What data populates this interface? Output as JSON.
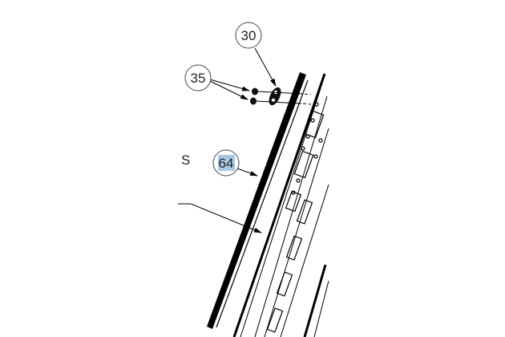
{
  "diagram": {
    "callouts": [
      {
        "label": "30",
        "highlighted": false
      },
      {
        "label": "35",
        "highlighted": false
      },
      {
        "label": "64",
        "highlighted": true
      }
    ],
    "side_text": "S",
    "highlight_color": "#a9c8e2",
    "line_color": "#000000"
  }
}
